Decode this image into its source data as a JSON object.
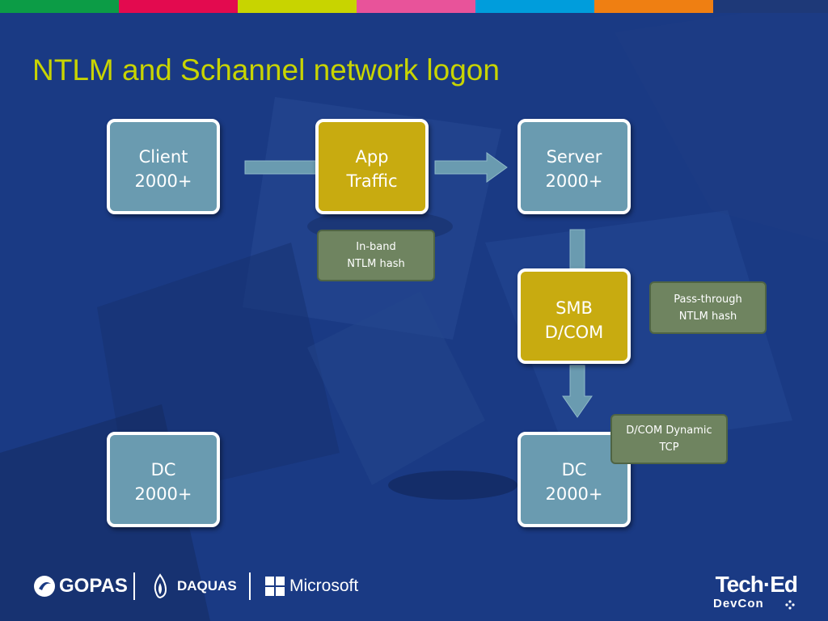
{
  "colors": {
    "background": "#1a3a84",
    "title": "#c8d400",
    "box_blue": "#6a9bb0",
    "box_gold": "#c8ab10",
    "note": "#6f8460",
    "top_stripes": [
      "#0c9c46",
      "#e30a4f",
      "#c8d400",
      "#e8539a",
      "#009ddc",
      "#ef7f12",
      "#1e3978"
    ]
  },
  "title": "NTLM and Schannel network logon",
  "nodes": {
    "client": {
      "line1": "Client",
      "line2": "2000+"
    },
    "app_traffic": {
      "line1": "App",
      "line2": "Traffic"
    },
    "server": {
      "line1": "Server",
      "line2": "2000+"
    },
    "smb": {
      "line1": "SMB",
      "line2": "D/COM"
    },
    "dc_left": {
      "line1": "DC",
      "line2": "2000+"
    },
    "dc_right": {
      "line1": "DC",
      "line2": "2000+"
    }
  },
  "notes": {
    "inband": {
      "line1": "In-band",
      "line2": "NTLM hash"
    },
    "passthrough": {
      "line1": "Pass-through",
      "line2": "NTLM hash"
    },
    "dcom": {
      "line1": "D/COM Dynamic",
      "line2": "TCP"
    }
  },
  "footer": {
    "gopas": "GOPAS",
    "daquas": "DAQUAS",
    "microsoft": "Microsoft",
    "teched": "Tech·Ed",
    "devcon": "DevCon"
  }
}
